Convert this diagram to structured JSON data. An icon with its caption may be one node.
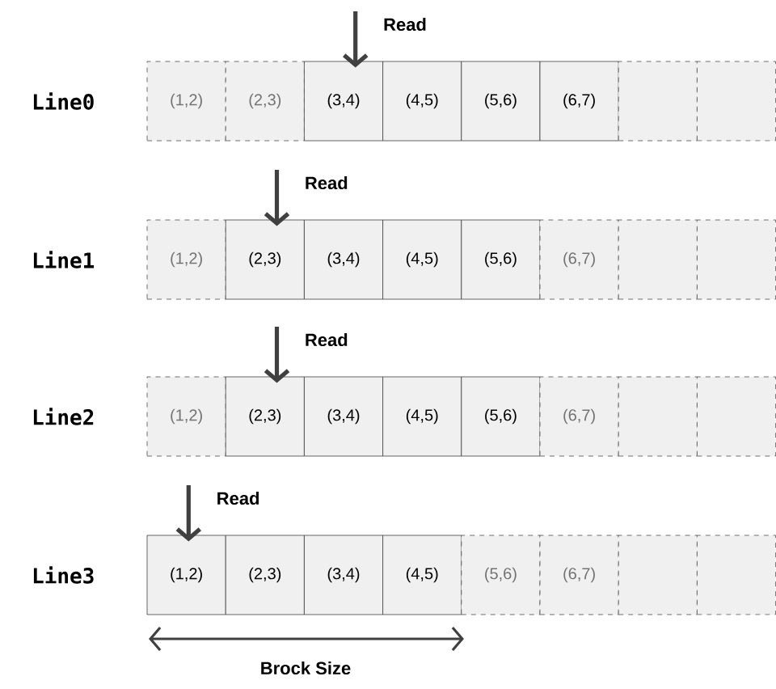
{
  "diagram": {
    "nodes": [
      {
        "text": [
          "Read"
        ]
      },
      {
        "text": [
          "(1,2)"
        ]
      },
      {
        "text": [
          "(2,3)"
        ]
      },
      {
        "text": [
          "(3,4)"
        ]
      },
      {
        "text": [
          "(4,5)"
        ]
      },
      {
        "text": [
          "(5,6)"
        ]
      },
      {
        "text": [
          "(6,7)"
        ]
      },
      {
        "text": [],
        "shape": "box"
      },
      {
        "text": [],
        "shape": "box"
      },
      {
        "text": [
          "Read"
        ]
      },
      {
        "text": [
          "(1,2)"
        ]
      },
      {
        "text": [
          "(2,3)"
        ]
      },
      {
        "text": [
          "(3,4)"
        ]
      },
      {
        "text": [
          "(4,5)"
        ]
      },
      {
        "text": [
          "(5,6)"
        ]
      },
      {
        "text": [
          "(6,7)"
        ]
      },
      {
        "text": [],
        "shape": "box"
      },
      {
        "text": [],
        "shape": "box"
      },
      {
        "text": [
          "Read"
        ]
      },
      {
        "text": [
          "(1,2)"
        ]
      },
      {
        "text": [
          "(2,3)"
        ]
      },
      {
        "text": [
          "(3,4)"
        ]
      },
      {
        "text": [
          "(4,5)"
        ]
      },
      {
        "text": [
          "(5,6)"
        ]
      },
      {
        "text": [
          "(6,7)"
        ]
      },
      {
        "text": [],
        "shape": "box"
      },
      {
        "text": [],
        "shape": "box"
      },
      {
        "text": [
          "Read"
        ]
      },
      {
        "text": [
          "(1,2)"
        ]
      },
      {
        "text": [
          "(2,3)"
        ]
      },
      {
        "text": [
          "(3,4)"
        ]
      },
      {
        "text": [
          "(4,5)"
        ]
      },
      {
        "text": [
          "(5,6)"
        ]
      },
      {
        "text": [
          "(6,7)"
        ]
      },
      {
        "text": [],
        "shape": "box"
      },
      {
        "text": [],
        "shape": "box"
      }
    ],
    "edges": [
      {
        "from": 0,
        "to": 3,
        "arrow": "to"
      },
      {
        "from": 9,
        "to": 11,
        "arrow": "to"
      },
      {
        "from": 18,
        "to": 20,
        "arrow": "to"
      },
      {
        "from": 27,
        "to": 28,
        "arrow": "to"
      }
    ],
    "labels": [
      "Line0",
      "Line1",
      "Line2",
      "Line3",
      "Brock Size"
    ]
  }
}
